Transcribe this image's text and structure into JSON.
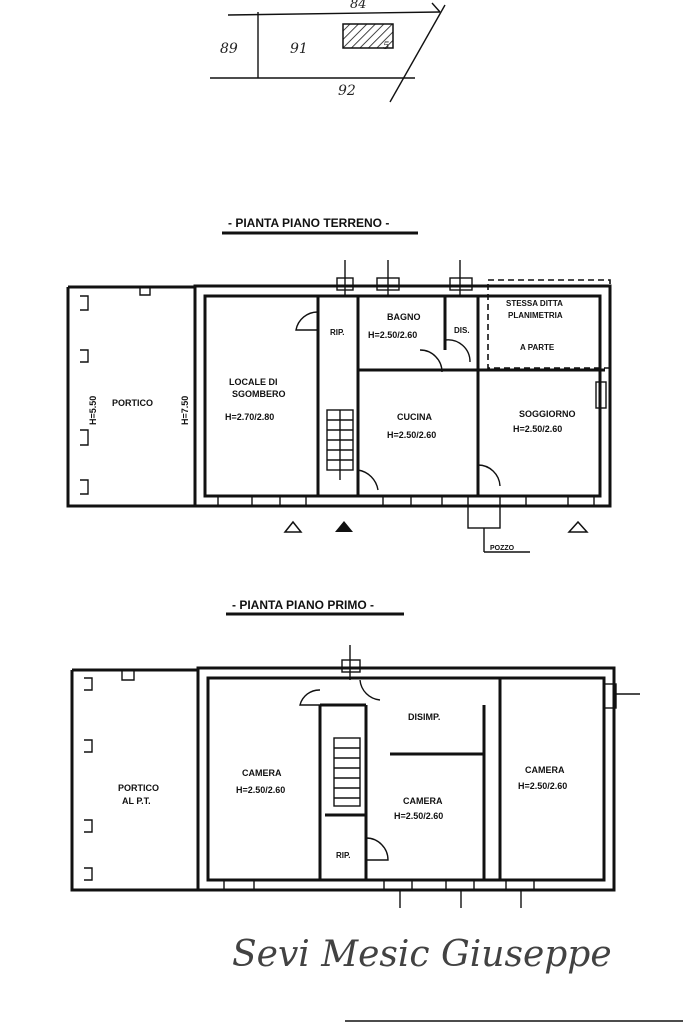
{
  "cadastral": {
    "parcels": [
      "84",
      "89",
      "91",
      "92"
    ],
    "building_number": "5"
  },
  "ground_floor": {
    "title": "- PIANTA PIANO TERRENO -",
    "rooms": {
      "portico": "PORTICO",
      "portico_height": "H=5.50",
      "storage_height": "H=7.50",
      "storage_line1": "LOCALE DI",
      "storage_line2": "SGOMBERO",
      "storage_h": "H=2.70/2.80",
      "rip": "RIP.",
      "bath": "BAGNO",
      "bath_h": "H=2.50/2.60",
      "dis": "DIS.",
      "same_owner_1": "STESSA DITTA",
      "same_owner_2": "PLANIMETRIA",
      "same_owner_3": "A PARTE",
      "kitchen": "CUCINA",
      "kitchen_h": "H=2.50/2.60",
      "living": "SOGGIORNO",
      "living_h": "H=2.50/2.60",
      "well": "POZZO"
    }
  },
  "first_floor": {
    "title": "- PIANTA PIANO PRIMO -",
    "rooms": {
      "portico_1": "PORTICO",
      "portico_2": "AL P.T.",
      "camera_left": "CAMERA",
      "camera_left_h": "H=2.50/2.60",
      "disimp": "DISIMP.",
      "camera_mid": "CAMERA",
      "camera_mid_h": "H=2.50/2.60",
      "camera_right": "CAMERA",
      "camera_right_h": "H=2.50/2.60",
      "rip": "RIP."
    }
  },
  "signature": "Sevi Mesic Giuseppe"
}
